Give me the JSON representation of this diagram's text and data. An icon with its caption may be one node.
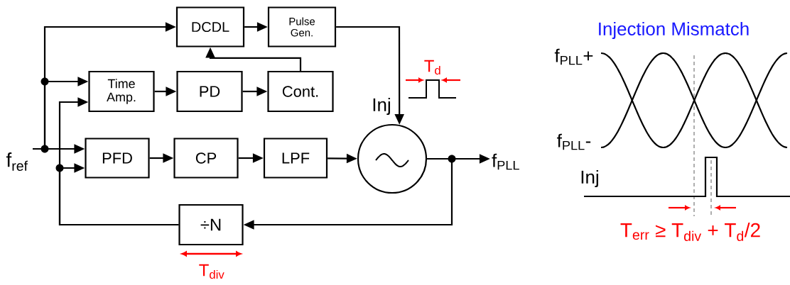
{
  "diagram": {
    "nodes": [
      {
        "text": [
          "DCDL"
        ]
      },
      {
        "text": [
          "Pulse Gen."
        ]
      },
      {
        "text": [
          "Time Amp."
        ]
      },
      {
        "text": [
          "PD"
        ]
      },
      {
        "text": [
          "Cont."
        ]
      },
      {
        "text": [
          "PFD"
        ]
      },
      {
        "text": [
          "CP"
        ]
      },
      {
        "text": [
          "LPF"
        ]
      },
      {
        "text": [],
        "shape": "circle"
      },
      {
        "text": [
          "÷N"
        ]
      },
      {
        "text": [
          "f$_{ref}$"
        ]
      },
      {
        "text": [
          "f$_{PLL}$"
        ]
      }
    ],
    "edges": [
      {
        "from": 10,
        "to": 0,
        "arrow": "to"
      },
      {
        "from": 10,
        "to": 2,
        "arrow": "to"
      },
      {
        "from": 10,
        "to": 5,
        "arrow": "to"
      },
      {
        "from": 9,
        "to": 2,
        "arrow": "to"
      },
      {
        "from": 9,
        "to": 5,
        "arrow": "to"
      },
      {
        "from": 0,
        "to": 1,
        "arrow": "to"
      },
      {
        "from": 1,
        "to": 8,
        "arrow": "to",
        "label": "Inj"
      },
      {
        "from": 2,
        "to": 3,
        "arrow": "to"
      },
      {
        "from": 3,
        "to": 4,
        "arrow": "to"
      },
      {
        "from": 4,
        "to": 0,
        "arrow": "to"
      },
      {
        "from": 5,
        "to": 6,
        "arrow": "to"
      },
      {
        "from": 6,
        "to": 7,
        "arrow": "to"
      },
      {
        "from": 7,
        "to": 8,
        "arrow": "to"
      },
      {
        "from": 8,
        "to": 11,
        "arrow": "to"
      },
      {
        "from": 8,
        "to": 9,
        "arrow": "to"
      }
    ],
    "labels": [
      "T$_{d}$",
      "T$_{div}$",
      "Injection Mismatch",
      "f$_{PLL}$+",
      "f$_{PLL}$-",
      "Inj",
      "T$_{err}$ ≥ T$_{div}$ + T$_{d}$/2"
    ]
  }
}
